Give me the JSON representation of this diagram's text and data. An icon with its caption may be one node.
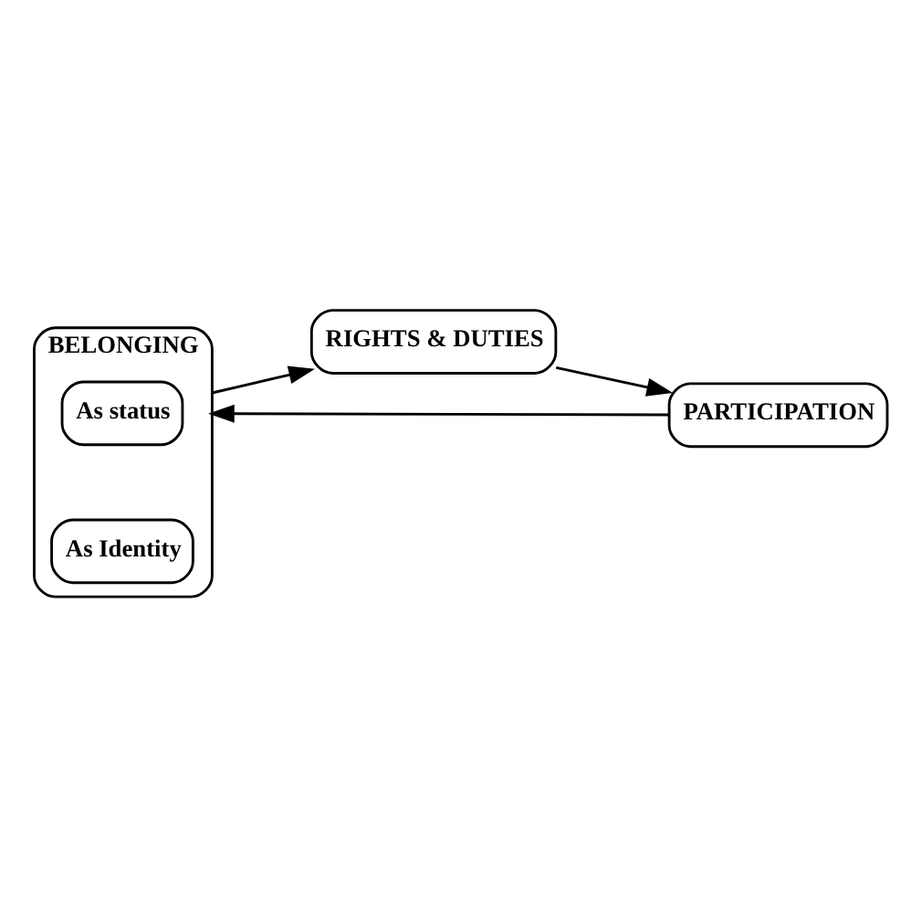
{
  "diagram": {
    "nodes": [
      {
        "text": [
          "BELONGING"
        ]
      },
      {
        "text": [
          "As status"
        ],
        "in": 0
      },
      {
        "text": [
          "As Identity"
        ],
        "in": 0
      },
      {
        "text": [
          "RIGHTS & DUTIES"
        ]
      },
      {
        "text": [
          "PARTICIPATION"
        ]
      }
    ],
    "edges": [
      {
        "from": 0,
        "to": 3,
        "arrow": "to"
      },
      {
        "from": 3,
        "to": 4,
        "arrow": "to"
      },
      {
        "from": 4,
        "to": 0,
        "arrow": "to"
      }
    ]
  }
}
